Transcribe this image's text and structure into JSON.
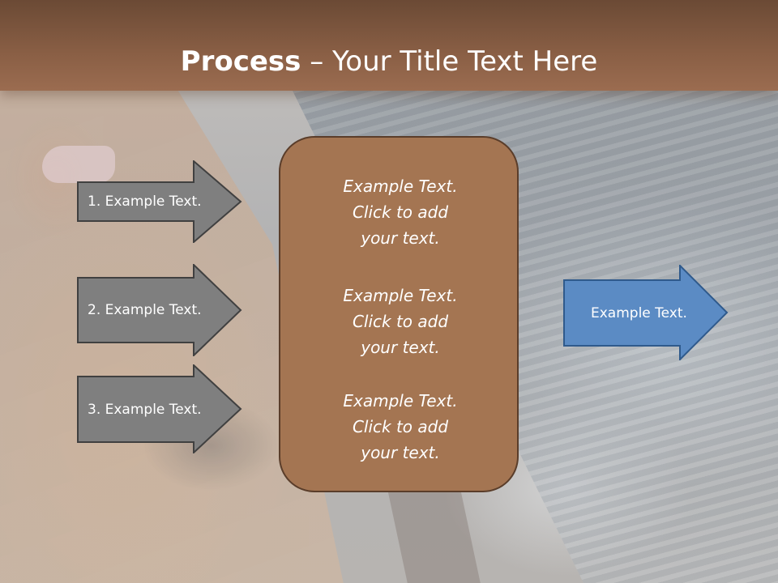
{
  "title": {
    "bold": "Process",
    "dash": " – ",
    "rest": "Your Title Text Here"
  },
  "left_arrows": [
    {
      "label": "1. Example Text."
    },
    {
      "label": "2. Example Text."
    },
    {
      "label": "3. Example Text."
    }
  ],
  "center_box": {
    "blocks": [
      {
        "line1": "Example Text.",
        "line2": "Click  to add",
        "line3": "your text."
      },
      {
        "line1": "Example Text.",
        "line2": "Click  to add",
        "line3": "your text."
      },
      {
        "line1": "Example Text.",
        "line2": "Click  to add",
        "line3": "your text."
      }
    ]
  },
  "right_arrow": {
    "label": "Example Text."
  },
  "colors": {
    "title_bar": "#8a5f45",
    "grey_arrow_fill": "#7f7f7f",
    "grey_arrow_border": "#404040",
    "center_box_fill": "#a47552",
    "center_box_border": "#5a3d2a",
    "blue_arrow_fill": "#5b8bc4",
    "blue_arrow_border": "#2f5a8c"
  }
}
